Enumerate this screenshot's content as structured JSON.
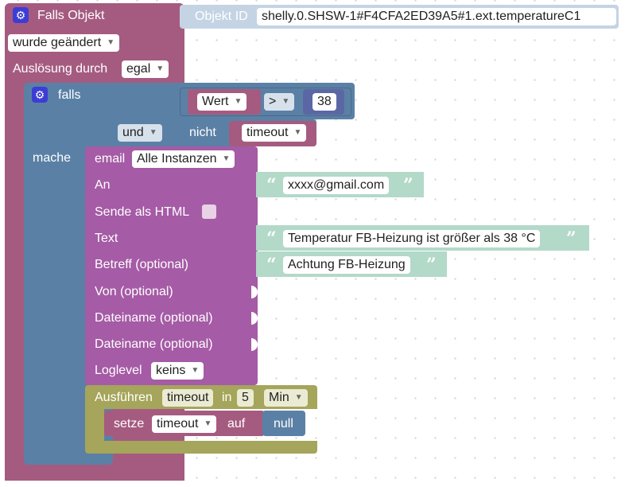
{
  "trigger": {
    "title": "Falls Objekt",
    "object_id_label": "Objekt ID",
    "object_id_value": "shelly.0.SHSW-1#F4CFA2ED39A5#1.ext.temperatureC1",
    "change_mode": "wurde geändert",
    "trigger_by_label": "Auslösung durch",
    "trigger_by_value": "egal"
  },
  "if_block": {
    "falls_label": "falls",
    "compare_left": "Wert",
    "compare_op": ">",
    "compare_right": "38",
    "logic_op": "und",
    "not_label": "nicht",
    "not_operand": "timeout",
    "mache_label": "mache"
  },
  "email": {
    "title": "email",
    "instance": "Alle Instanzen",
    "to_label": "An",
    "to_value": "xxxx@gmail.com",
    "html_label": "Sende als HTML",
    "text_label": "Text",
    "text_value": "Temperatur FB-Heizung ist größer als 38 °C",
    "subject_label": "Betreff (optional)",
    "subject_value": "Achtung FB-Heizung",
    "from_label": "Von (optional)",
    "file1_label": "Dateiname (optional)",
    "file2_label": "Dateiname (optional)",
    "loglevel_label": "Loglevel",
    "loglevel_value": "keins"
  },
  "timeout_block": {
    "run_label": "Ausführen",
    "var_name": "timeout",
    "in_label": "in",
    "duration": "5",
    "unit": "Min",
    "set_label": "setze",
    "set_var": "timeout",
    "to_label": "auf",
    "set_value": "null"
  },
  "colors": {
    "trigger": "#a55b80",
    "logic": "#5b80a5",
    "email": "#a55ba5",
    "text": "#b3d9c9",
    "timeout": "#a5a55b",
    "gear": "#3d3dd4"
  }
}
